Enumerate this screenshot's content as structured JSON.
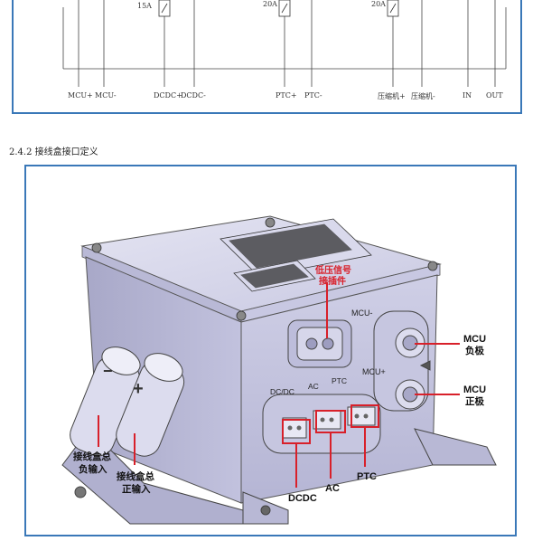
{
  "schematic": {
    "fuses": [
      "15A",
      "20A",
      "20A"
    ],
    "terminals": [
      "MCU+",
      "MCU-",
      "DCDC+",
      "DCDC-",
      "PTC+",
      "PTC-",
      "压缩机+",
      "压缩机-",
      "IN",
      "OUT"
    ]
  },
  "section_heading": "2.4.2 接线盒接口定义",
  "figure": {
    "housing_labels": {
      "mcu_minus": "MCU-",
      "mcu_plus": "MCU+",
      "dcdc": "DC/DC",
      "ac": "AC",
      "ptc": "PTC",
      "minus_sign": "−",
      "plus_sign": "+"
    },
    "callouts": {
      "signal_connector": [
        "低压信号",
        "接插件"
      ],
      "mcu_negative": [
        "MCU",
        "负极"
      ],
      "mcu_positive": [
        "MCU",
        "正极"
      ],
      "total_negative_input": [
        "接线盒总",
        "负输入"
      ],
      "total_positive_input": [
        "接线盒总",
        "正输入"
      ],
      "dcdc": "DCDC",
      "ac": "AC",
      "ptc": "PTC"
    },
    "colors": {
      "frame": "#3a78b8",
      "callout_line": "#d8202a",
      "housing": "#c4c4e0"
    }
  }
}
